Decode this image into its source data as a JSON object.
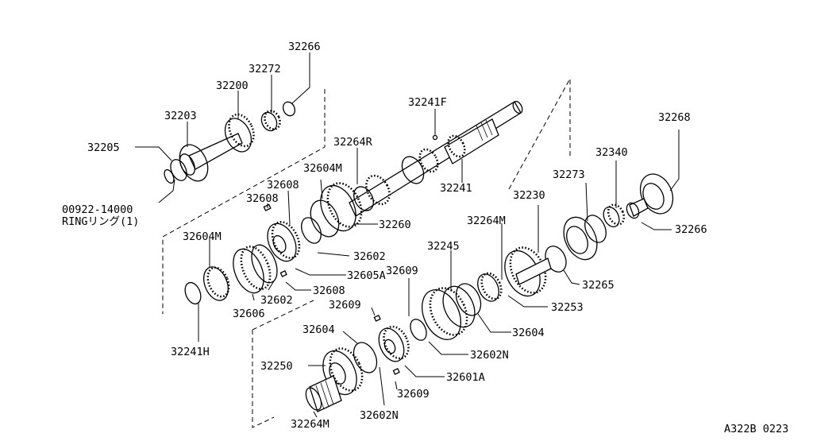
{
  "diagram": {
    "code": "A322B 0223",
    "part_numbers": [
      "32266",
      "32272",
      "32200",
      "32203",
      "32205",
      "00922-14000",
      "RINGリング(1)",
      "32241F",
      "32264R",
      "32604M",
      "32608",
      "32608",
      "32260",
      "32241",
      "32268",
      "32340",
      "32273",
      "32230",
      "32266",
      "32604M",
      "32602",
      "32605A",
      "32264M",
      "32245",
      "32609",
      "32608",
      "32602",
      "32606",
      "32265",
      "32253",
      "32609",
      "32241H",
      "32604",
      "32604",
      "32602N",
      "32250",
      "32601A",
      "32609",
      "32602N",
      "32264M"
    ]
  }
}
